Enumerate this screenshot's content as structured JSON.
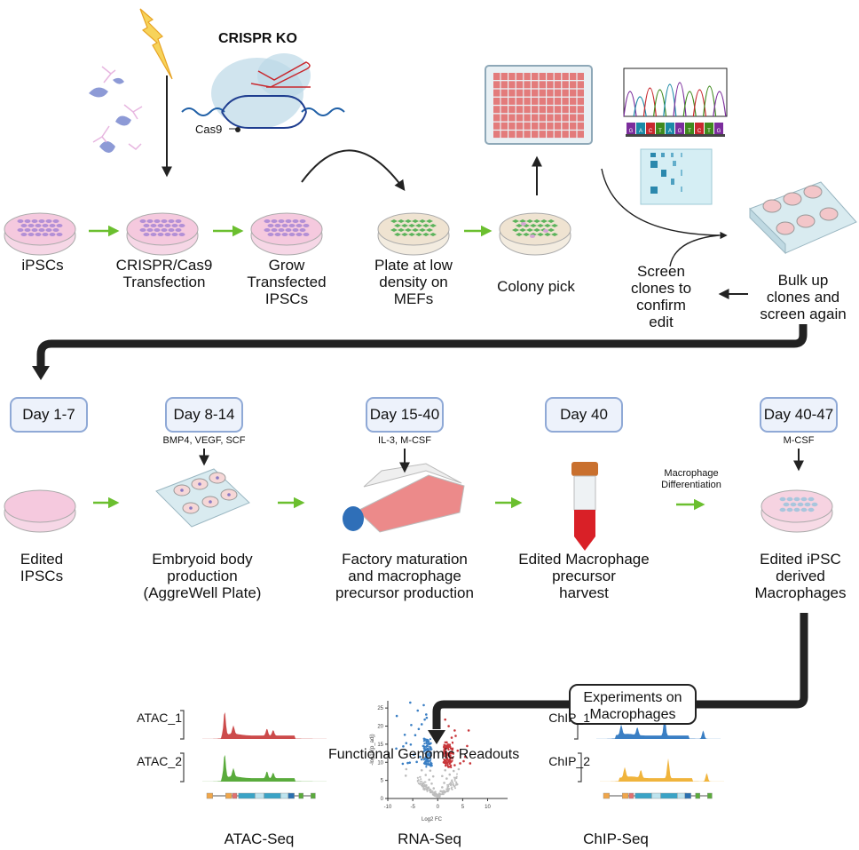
{
  "title": "CRISPR KO",
  "cas9_label": "Cas9",
  "top_row": {
    "steps": [
      {
        "label_lines": [
          "iPSCs"
        ]
      },
      {
        "label_lines": [
          "CRISPR/Cas9",
          "Transfection"
        ]
      },
      {
        "label_lines": [
          "Grow",
          "Transfected",
          "IPSCs"
        ]
      },
      {
        "label_lines": [
          "Plate at low",
          "density on",
          "MEFs"
        ]
      },
      {
        "label_lines": [
          "Colony pick"
        ]
      },
      {
        "label_lines": [
          "Screen",
          "clones to",
          "confirm",
          "edit"
        ]
      },
      {
        "label_lines": [
          "Bulk up",
          "clones and",
          "screen again"
        ]
      }
    ],
    "sequence_bases": [
      "G",
      "A",
      "C",
      "T",
      "A",
      "G",
      "T",
      "C",
      "T",
      "G"
    ]
  },
  "middle_row": {
    "days": [
      "Day 1-7",
      "Day 8-14",
      "Day 15-40",
      "Day 40",
      "Day 40-47"
    ],
    "factors": [
      "",
      "BMP4, VEGF, SCF",
      "IL-3, M-CSF",
      "",
      "M-CSF"
    ],
    "differentiation_label": [
      "Macrophage",
      "Differentiation"
    ],
    "steps": [
      {
        "label_lines": [
          "Edited",
          "IPSCs"
        ]
      },
      {
        "label_lines": [
          "Embryoid body",
          "production",
          "(AggreWell Plate)"
        ]
      },
      {
        "label_lines": [
          "Factory maturation",
          "and macrophage",
          "precursor production"
        ]
      },
      {
        "label_lines": [
          "Edited Macrophage",
          "precursor",
          "harvest"
        ]
      },
      {
        "label_lines": [
          "Edited iPSC",
          "derived",
          "Macrophages"
        ]
      }
    ]
  },
  "experiments_box": [
    "Experiments on",
    "Macrophages"
  ],
  "readouts_title": "Functional Genomic Readouts",
  "readouts": {
    "atac": {
      "title": "ATAC-Seq",
      "tracks": [
        "ATAC_1",
        "ATAC_2"
      ],
      "colors": [
        "#cc4b4b",
        "#5aab3c"
      ]
    },
    "rna": {
      "title": "RNA-Seq"
    },
    "chip": {
      "title": "ChIP-Seq",
      "tracks": [
        "ChIP_1",
        "ChIP_2"
      ],
      "colors": [
        "#3a7fc4",
        "#f0b43c"
      ]
    }
  },
  "chart_data": {
    "type": "scatter",
    "title": "RNA-Seq volcano plot",
    "xlabel": "Log2 FC",
    "ylabel": "-log10(p_adj)",
    "xlim": [
      -10,
      14
    ],
    "ylim": [
      0,
      27
    ],
    "xticks": [
      -10,
      -5,
      0,
      5,
      10
    ],
    "yticks": [
      0,
      5,
      10,
      15,
      20,
      25
    ],
    "series": [
      {
        "name": "down",
        "color": "#3a7fc4",
        "points": [
          [
            -8.2,
            22.8
          ],
          [
            -8.3,
            13.8
          ],
          [
            -5.5,
            26.5
          ],
          [
            -4,
            24.3
          ],
          [
            -2.8,
            25.8
          ],
          [
            -2.3,
            23.2
          ],
          [
            -5.3,
            20.3
          ],
          [
            -6.6,
            17.6
          ],
          [
            -6.9,
            14.4
          ],
          [
            -6.3,
            15.3
          ],
          [
            -5.4,
            14.9
          ],
          [
            -4.5,
            17.5
          ],
          [
            -3.8,
            19.2
          ],
          [
            -3.2,
            20.5
          ],
          [
            -2.6,
            21.8
          ],
          [
            -2.2,
            22.3
          ],
          [
            -4.8,
            12.1
          ],
          [
            -5.6,
            9.9
          ],
          [
            -7,
            9.6
          ],
          [
            -6,
            9.8
          ],
          [
            -3.5,
            11.5
          ],
          [
            -2.9,
            14.5
          ],
          [
            -2.1,
            16.2
          ],
          [
            -1.6,
            15.2
          ],
          [
            -1.4,
            12.5
          ],
          [
            -1.8,
            10.3
          ],
          [
            -1.2,
            9.1
          ],
          [
            -2.5,
            9.6
          ],
          [
            -3.2,
            10.8
          ],
          [
            -4.2,
            10.1
          ]
        ]
      },
      {
        "name": "up",
        "color": "#c8363a",
        "points": [
          [
            1.5,
            21.8
          ],
          [
            2.2,
            20
          ],
          [
            3.4,
            18.8
          ],
          [
            6.2,
            18.8
          ],
          [
            2.8,
            16.8
          ],
          [
            3.6,
            17.3
          ],
          [
            1.8,
            15.5
          ],
          [
            2.5,
            14.2
          ],
          [
            3.1,
            12.4
          ],
          [
            4,
            13.2
          ],
          [
            5.9,
            14.5
          ],
          [
            5.5,
            11.5
          ],
          [
            5.2,
            10.3
          ],
          [
            4.5,
            9.7
          ],
          [
            6.5,
            9.7
          ],
          [
            1.3,
            12.5
          ],
          [
            1.2,
            10
          ],
          [
            1.6,
            9.1
          ],
          [
            2.3,
            10.6
          ],
          [
            3.4,
            9.2
          ]
        ]
      },
      {
        "name": "not significant",
        "color": "#bdbdbd",
        "points": [
          [
            -6.3,
            8.1
          ],
          [
            -6.4,
            6.3
          ],
          [
            -3.2,
            7.8
          ],
          [
            -2.4,
            6.5
          ],
          [
            -1.7,
            5.2
          ],
          [
            -1.2,
            4.1
          ],
          [
            -0.8,
            2.8
          ],
          [
            -0.5,
            1.8
          ],
          [
            -0.3,
            1.2
          ],
          [
            0,
            0.9
          ],
          [
            0.3,
            1.3
          ],
          [
            0.6,
            2
          ],
          [
            0.9,
            3.1
          ],
          [
            1.3,
            4.3
          ],
          [
            1.8,
            5.5
          ],
          [
            2.4,
            6.6
          ],
          [
            3.2,
            7.6
          ],
          [
            4.2,
            8.1
          ],
          [
            -1.5,
            7.7
          ],
          [
            1.5,
            7.8
          ],
          [
            -0.9,
            6.1
          ],
          [
            0.9,
            6.2
          ]
        ]
      }
    ]
  }
}
